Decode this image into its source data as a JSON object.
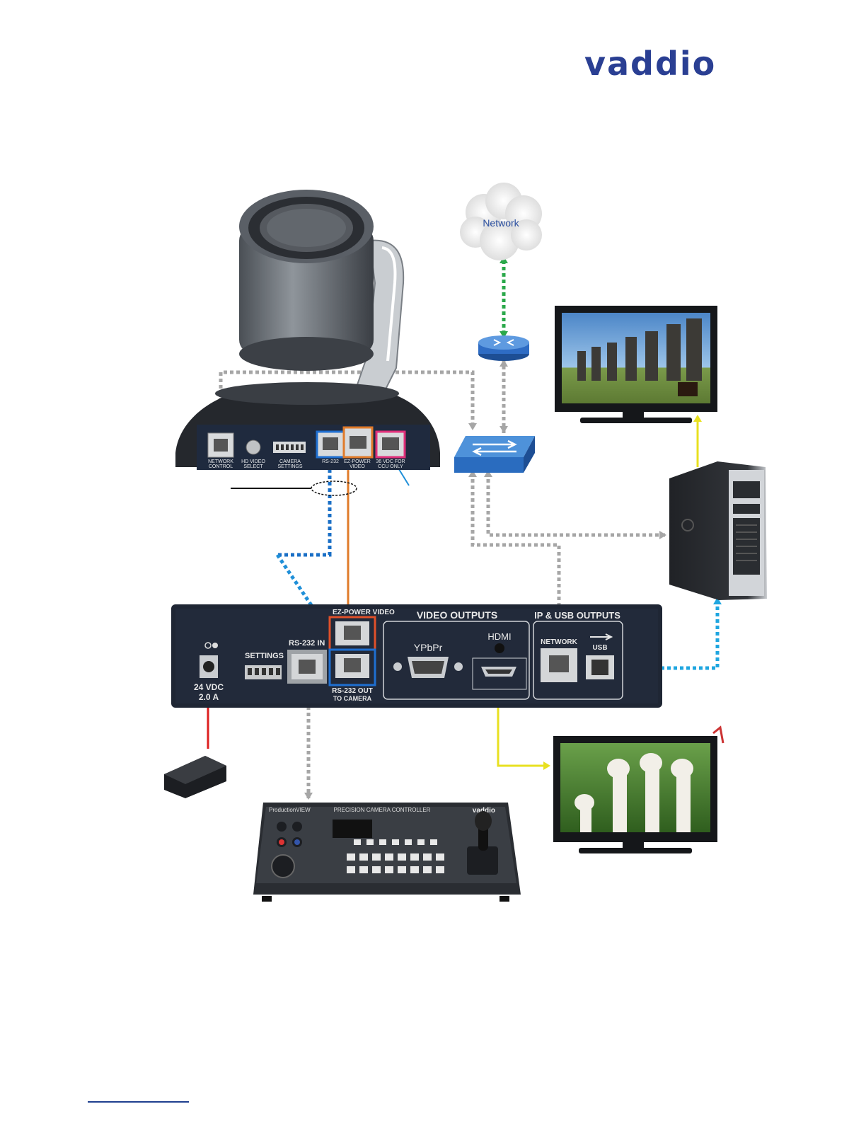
{
  "brand": {
    "name": "vaddio",
    "color": "#2a3f93"
  },
  "network": {
    "label": "Network"
  },
  "camera": {
    "ports": [
      {
        "label_line1": "NETWORK",
        "label_line2": "CONTROL"
      },
      {
        "label_line1": "HD VIDEO",
        "label_line2": "SELECT"
      },
      {
        "label_line1": "CAMERA",
        "label_line2": "SETTINGS"
      },
      {
        "label_line1": "RS-232",
        "label_line2": ""
      },
      {
        "label_line1": "EZ-POWER",
        "label_line2": "VIDEO"
      },
      {
        "label_line1": "36 VDC FOR",
        "label_line2": "CCU ONLY"
      }
    ]
  },
  "ccu": {
    "power_label_1": "24 VDC",
    "power_label_2": "2.0 A",
    "settings_label": "SETTINGS",
    "rs232_in_label": "RS-232 IN",
    "ez_power_label": "EZ-POWER VIDEO",
    "rs232_out_label_1": "RS-232 OUT",
    "rs232_out_label_2": "TO CAMERA",
    "video_outputs_label": "VIDEO OUTPUTS",
    "ypbpr_label": "YPbPr",
    "hdmi_label": "HDMI",
    "ip_usb_label": "IP & USB OUTPUTS",
    "network_label": "NETWORK",
    "usb_label": "USB"
  },
  "controller": {
    "brand_left": "ProductionVIEW",
    "title": "PRECISION CAMERA CONTROLLER",
    "brand_right": "vaddio"
  },
  "colors": {
    "gray_link": "#a0a0a0",
    "blue_link": "#1f8fd8",
    "green_link": "#2aa84a",
    "orange_link": "#e07b2a",
    "yellow_link": "#e8e020",
    "red_link": "#dd1f1f",
    "device_dark": "#1c1f26"
  }
}
